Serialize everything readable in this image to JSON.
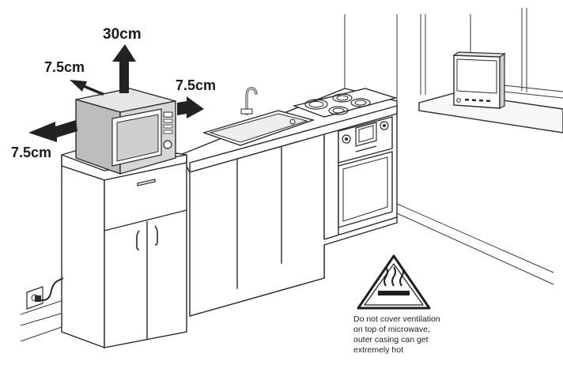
{
  "clearances": {
    "top": "30cm",
    "back_left": "7.5cm",
    "right": "7.5cm",
    "left": "7.5cm"
  },
  "warning": {
    "icon": "hot-surface-warning-icon",
    "lines": [
      "Do not cover ventilation",
      "on top of microwave,",
      "outer casing can get",
      "extremely hot"
    ]
  }
}
